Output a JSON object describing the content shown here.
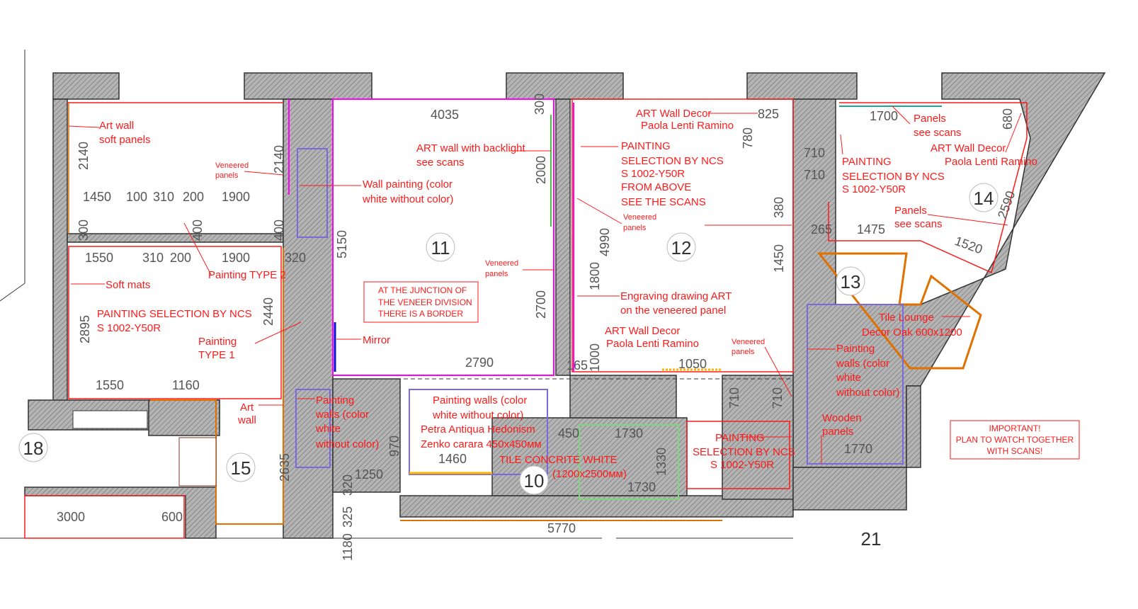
{
  "rooms": [
    "11",
    "12",
    "13",
    "14",
    "15",
    "10",
    "18",
    "21"
  ],
  "dims": [
    "4035",
    "300",
    "2140",
    "2140",
    "1450",
    "100",
    "310",
    "200",
    "1900",
    "300",
    "400",
    "400",
    "1550",
    "310",
    "200",
    "1900",
    "320",
    "5150",
    "2000",
    "2700",
    "2790",
    "2895",
    "2440",
    "1550",
    "1160",
    "2635",
    "970",
    "320",
    "1250",
    "325",
    "1180",
    "3000",
    "600",
    "5770",
    "1460",
    "450",
    "1730",
    "1330",
    "1730",
    "825",
    "780",
    "710",
    "710",
    "380",
    "4990",
    "1800",
    "1450",
    "1000",
    "165",
    "1050",
    "710",
    "710",
    "1700",
    "680",
    "2590",
    "1475",
    "265",
    "1520",
    "1770"
  ],
  "labels": {
    "art_wall_soft": [
      "Art wall",
      "soft panels"
    ],
    "veneered_1": [
      "Veneered",
      "panels"
    ],
    "wall_painting": [
      "Wall painting (color",
      "white without color)"
    ],
    "art_wall_backlight": [
      "ART wall with backlight",
      "see scans"
    ],
    "painting_type2": "Painting TYPE 2",
    "soft_mats": "Soft mats",
    "ncs_15": [
      "PAINTING SELECTION BY NCS",
      "S 1002-Y50R"
    ],
    "painting_type1": [
      "Painting",
      "TYPE 1"
    ],
    "veneered_11": [
      "Veneered",
      "panels"
    ],
    "junction_box": [
      "AT THE JUNCTION OF",
      "THE VENEER DIVISION",
      "THERE IS A BORDER"
    ],
    "mirror": "Mirror",
    "art_wall": [
      "Art",
      "wall"
    ],
    "painting_walls_corr": [
      "Painting",
      "walls (color",
      "white",
      "without color)"
    ],
    "painting_walls_10": [
      "Painting walls (color",
      "white without color)"
    ],
    "petra": [
      "Petra Antiqua Hedonism",
      "Zenko carara 450x450мм"
    ],
    "tile_concrete": [
      "TILE CONCRITE WHITE",
      "(1200x2500мм)"
    ],
    "art_decor_12_top": [
      "ART Wall Decor",
      "Paola Lenti Ramino"
    ],
    "ncs_12": [
      "PAINTING",
      "SELECTION BY NCS",
      "S 1002-Y50R",
      "FROM ABOVE",
      "SEE THE SCANS"
    ],
    "veneered_12": [
      "Veneered",
      "panels"
    ],
    "engraving": [
      "Engraving drawing ART",
      "on the veneered panel"
    ],
    "art_decor_12_bottom": [
      "ART Wall Decor",
      "Paola Lenti Ramino"
    ],
    "veneered_12b": [
      "Veneered",
      "panels"
    ],
    "ncs_bottom": [
      "PAINTING",
      "SELECTION BY NCS",
      "S 1002-Y50R"
    ],
    "ncs_14": [
      "PAINTING",
      "SELECTION BY NCS",
      "S 1002-Y50R"
    ],
    "panels_14_top": [
      "Panels",
      "see scans"
    ],
    "art_decor_14": [
      "ART Wall Decor",
      "Paola Lenti Ramino"
    ],
    "panels_14_bottom": [
      "Panels",
      "see scans"
    ],
    "tile_lounge": [
      "Tile Lounge",
      "Decor Oak 600x1200"
    ],
    "painting_walls_13": [
      "Painting",
      "walls (color",
      "white",
      "without color)"
    ],
    "wooden_panels": [
      "Wooden",
      "panels"
    ],
    "important_box": [
      "IMPORTANT!",
      "PLAN TO WATCH TOGETHER",
      "WITH SCANS!"
    ]
  },
  "colors": {
    "annotation": "#ff1a1a",
    "veneer": "#ff00ff",
    "wall": "#a0a0a0",
    "tile": "#e07000",
    "paint": "#7a6adc",
    "green": "#3cc83c"
  }
}
